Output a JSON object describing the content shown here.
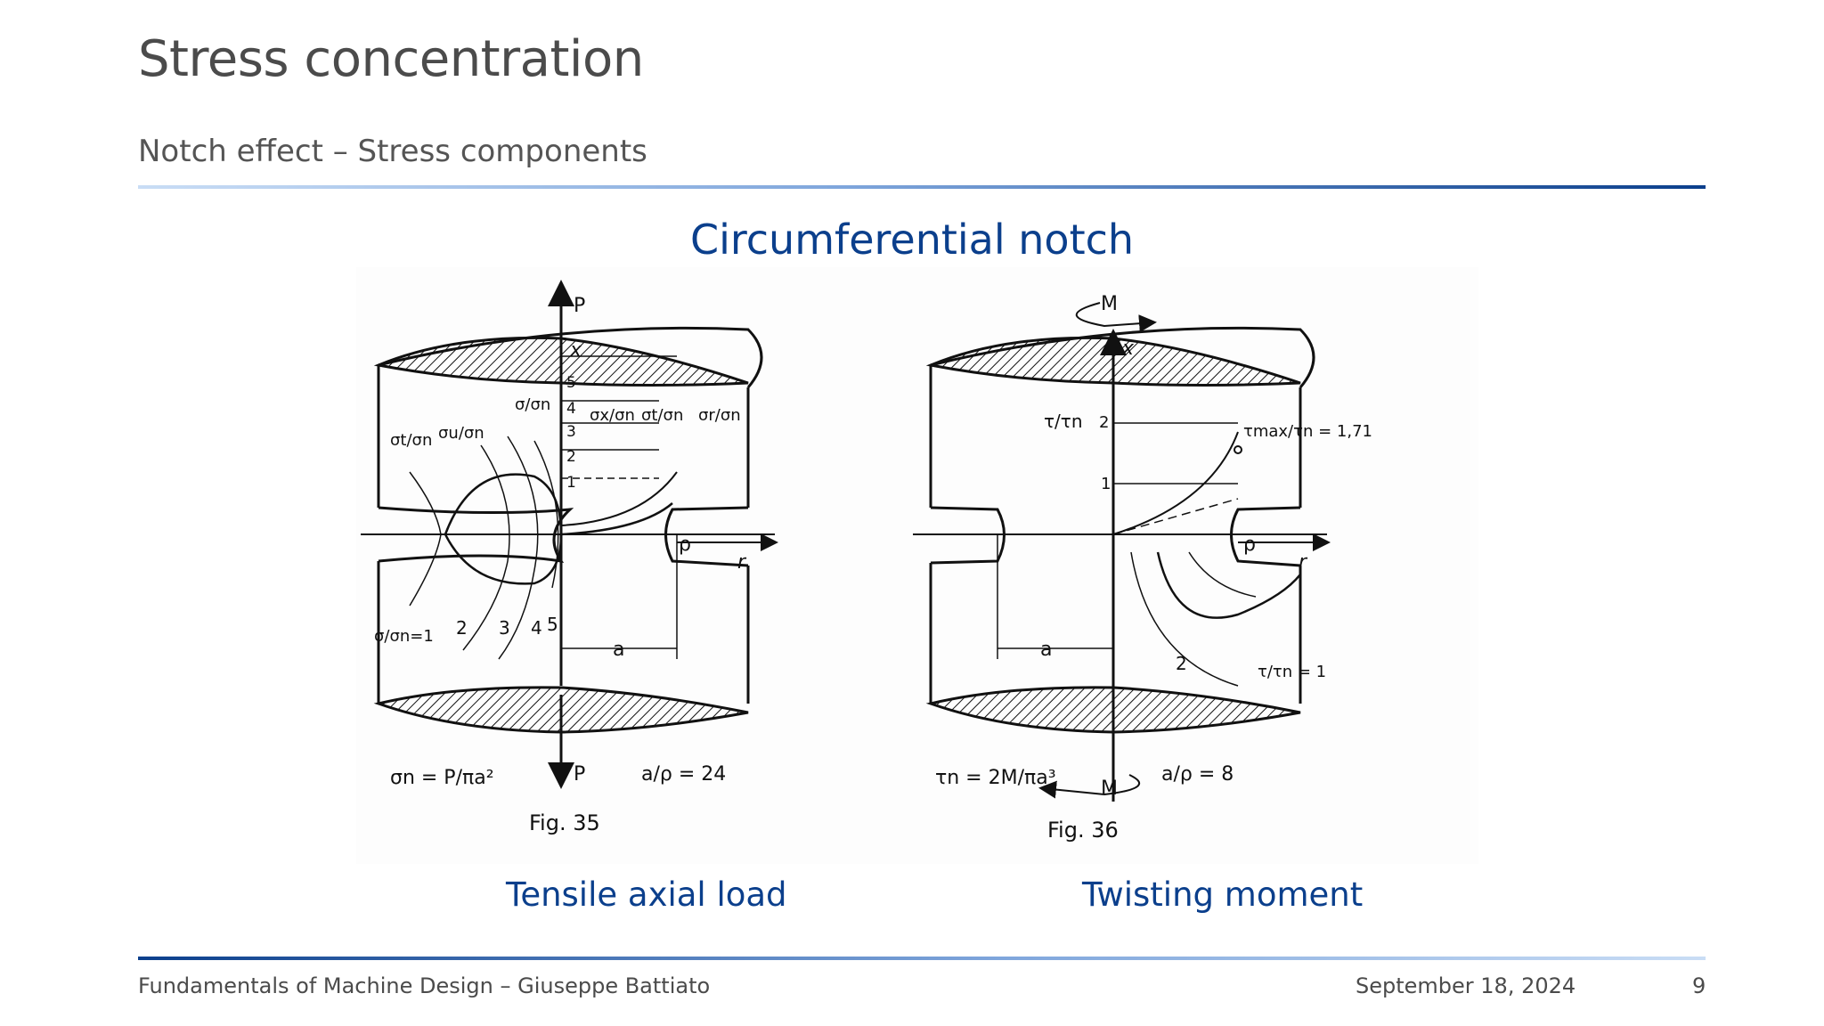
{
  "slide": {
    "title": "Stress concentration",
    "subtitle": "Notch effect – Stress components",
    "section_title": "Circumferential notch"
  },
  "figure": {
    "left": {
      "load_top": "P",
      "load_bottom": "P",
      "axis_x": "x",
      "axis_r": "r",
      "rho": "ρ",
      "axis_ticks": [
        "1",
        "2",
        "3",
        "4",
        "5"
      ],
      "label_sigma_over_sigma_n": "σ/σn",
      "label_sigma_x": "σx/σn",
      "label_sigma_t": "σt/σn",
      "label_sigma_r": "σr/σn",
      "label_sigma_t_left": "σt/σn",
      "label_sigma_u": "σu/σn",
      "contour_labels": [
        "σ/σn=1",
        "2",
        "3",
        "4",
        "5"
      ],
      "dimension_a": "a",
      "formula": "σn = P/πa²",
      "ratio": "a/ρ = 24",
      "fig_label": "Fig. 35"
    },
    "right": {
      "moment_top": "M",
      "moment_bottom": "M",
      "axis_x": "x",
      "axis_r": "r",
      "rho": "ρ",
      "label_tau": "τ/τn",
      "ticks": [
        "1",
        "2"
      ],
      "label_tau_max": "τmax/τn = 1,71",
      "contour_labels": [
        "2",
        "τ/τn = 1"
      ],
      "dimension_a": "a",
      "formula": "τn = 2M/πa³",
      "ratio": "a/ρ = 8",
      "fig_label": "Fig. 36"
    }
  },
  "captions": {
    "left": "Tensile axial load",
    "right": "Twisting moment"
  },
  "footer": {
    "author": "Fundamentals of Machine Design – Giuseppe Battiato",
    "date": "September 18, 2024",
    "page": "9"
  }
}
